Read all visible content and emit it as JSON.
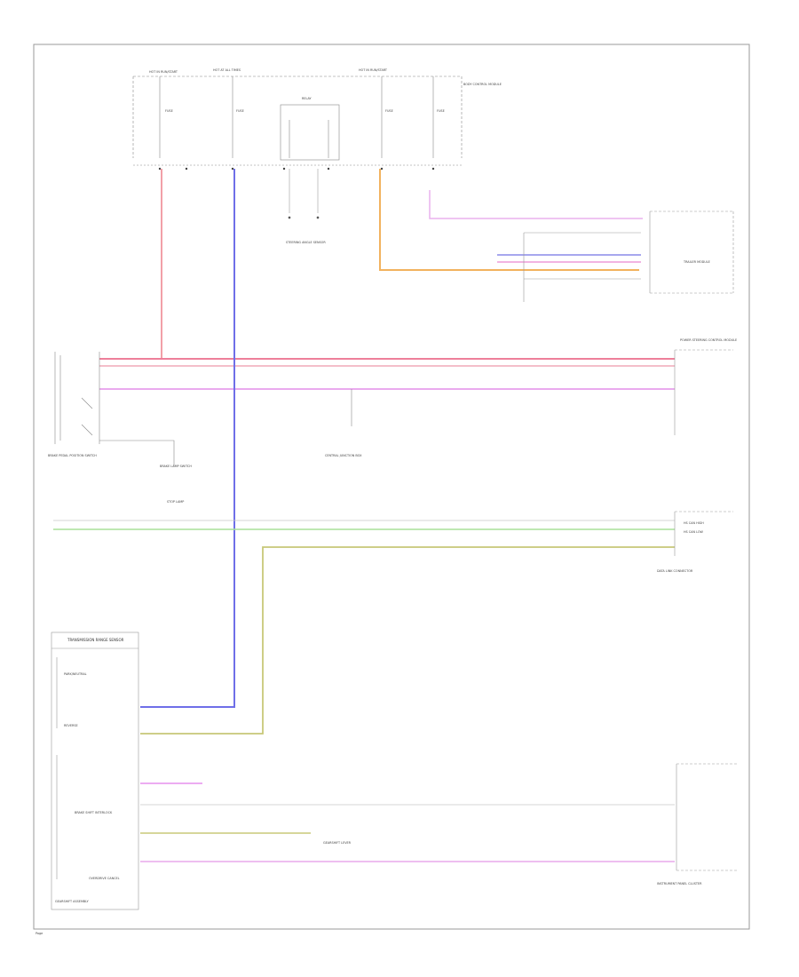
{
  "diagram": {
    "labels": {
      "hot_run_start_left": "HOT IN RUN/START",
      "hot_run_start_right": "HOT IN RUN/START",
      "hot_at_all_times": "HOT AT ALL TIMES",
      "relay_label": "RELAY",
      "body_control_module": "BODY CONTROL MODULE",
      "fuse_left": "FUSE",
      "fuse_mid": "FUSE",
      "fuse_right_a": "FUSE",
      "fuse_right_b": "FUSE",
      "steering_angle_sensor": "STEERING ANGLE SENSOR",
      "trailer_module": "TRAILER MODULE",
      "brake_pedal_position_switch": "BRAKE PEDAL POSITION SWITCH",
      "brake_lamp_switch": "BRAKE LAMP SWITCH",
      "stop_lamp": "STOP LAMP",
      "power_steering_control_module": "POWER STEERING CONTROL MODULE",
      "instrument_panel_cluster": "INSTRUMENT PANEL CLUSTER",
      "gearshift_assembly": "GEARSHIFT ASSEMBLY",
      "central_junction_box": "CENTRAL JUNCTION BOX",
      "transmission_range_sensor": "TRANSMISSION RANGE SENSOR",
      "park_neutral": "PARK/NEUTRAL",
      "reverse": "REVERSE",
      "brake_shift_interlock": "BRAKE SHIFT INTERLOCK",
      "overdrive_cancel": "OVERDRIVE CANCEL",
      "gearshift_lever": "GEARSHIFT LEVER",
      "data_link_connector": "DATA LINK CONNECTOR",
      "hs_can_high": "HS CAN HIGH",
      "hs_can_low": "HS CAN LOW",
      "page_footer": "Page"
    },
    "wire_colors": {
      "red": "#f2a0a8",
      "blue": "#6f6fe8",
      "orange": "#f2b25e",
      "pink": "#eab2ee",
      "magenta": "#ee8fea",
      "green": "#b0e0a0",
      "olive": "#c8c878"
    }
  }
}
